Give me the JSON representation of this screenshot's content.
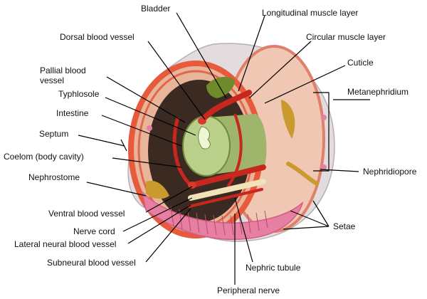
{
  "labels": {
    "bladder": "Bladder",
    "longitudinal_muscle": "Longitudinal muscle layer",
    "dorsal_blood_vessel": "Dorsal blood vessel",
    "circular_muscle": "Circular muscle layer",
    "pallial_blood_vessel_1": "Pallial blood",
    "pallial_blood_vessel_2": "vessel",
    "cuticle": "Cuticle",
    "typhlosole": "Typhlosole",
    "metanephridium": "Metanephridium",
    "intestine": "Intestine",
    "septum": "Septum",
    "coelom": "Coelom (body cavity)",
    "nephridiopore": "Nephridiopore",
    "nephrostome": "Nephrostome",
    "ventral_blood_vessel": "Ventral blood vessel",
    "setae": "Setae",
    "nerve_cord": "Nerve cord",
    "lateral_neural_blood_vessel": "Lateral neural blood vessel",
    "subneural_blood_vessel": "Subneural blood vessel",
    "nephric_tubule": "Nephric tubule",
    "peripheral_nerve": "Peripheral nerve"
  },
  "colors": {
    "background": "#ffffff",
    "cuticle": "#d9d0d4",
    "muscle": "#e85a3c",
    "flesh": "#e8b59a",
    "coelom": "#3a2a22",
    "intestine": "#b9cf8a",
    "blood_vessel": "#c8261e",
    "nephridium": "#c99a2e",
    "nerve": "#f1e2b8",
    "leader_line": "#000000"
  }
}
